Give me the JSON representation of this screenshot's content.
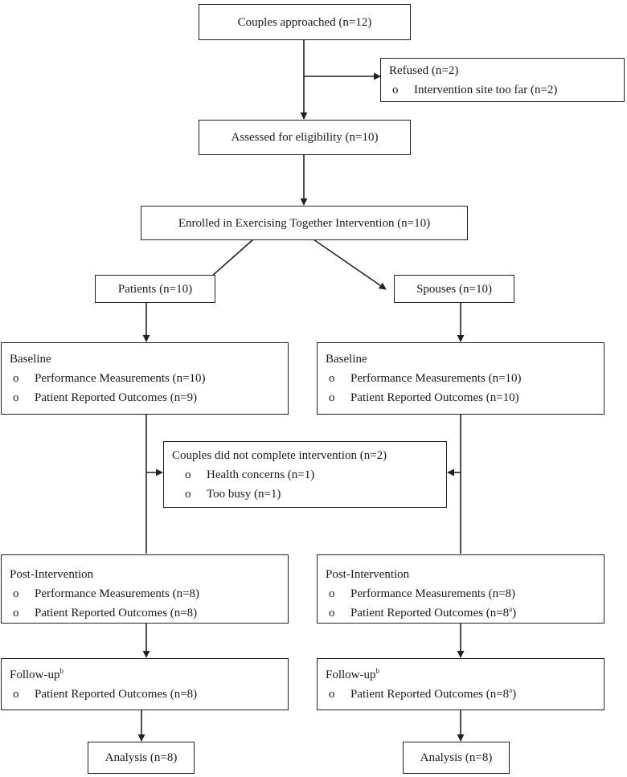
{
  "bullet_symbol": "o",
  "nodes": {
    "approached": "Couples approached (n=12)",
    "refused": {
      "title": "Refused (n=2)",
      "items": [
        "Intervention site too far (n=2)"
      ]
    },
    "assessed": "Assessed for eligibility (n=10)",
    "enrolled": "Enrolled in Exercising Together Intervention (n=10)",
    "patients": "Patients (n=10)",
    "spouses": "Spouses (n=10)",
    "baseline_patients": {
      "title": "Baseline",
      "items": [
        "Performance Measurements (n=10)",
        "Patient Reported Outcomes (n=9)"
      ]
    },
    "baseline_spouses": {
      "title": "Baseline",
      "items": [
        "Performance Measurements (n=10)",
        "Patient Reported Outcomes (n=10)"
      ]
    },
    "dropout": {
      "title": "Couples did not complete intervention (n=2)",
      "items": [
        "Health concerns (n=1)",
        "Too busy (n=1)"
      ]
    },
    "post_patients": {
      "title": "Post-Intervention",
      "items": [
        "Performance Measurements (n=8)",
        "Patient Reported Outcomes (n=8)"
      ]
    },
    "post_spouses": {
      "title": "Post-Intervention",
      "items": [
        "Performance Measurements (n=8)",
        "Patient Reported Outcomes (n=8"
      ],
      "item2_sup": "a",
      "item2_tail": ")"
    },
    "followup_patients": {
      "title": "Follow-up",
      "title_sup": "b",
      "items": [
        "Patient Reported Outcomes (n=8)"
      ]
    },
    "followup_spouses": {
      "title": "Follow-up",
      "title_sup": "b",
      "items": [
        "Patient Reported Outcomes (n=8"
      ],
      "item1_sup": "a",
      "item1_tail": ")"
    },
    "analysis_patients": "Analysis (n=8)",
    "analysis_spouses": "Analysis (n=8)"
  }
}
